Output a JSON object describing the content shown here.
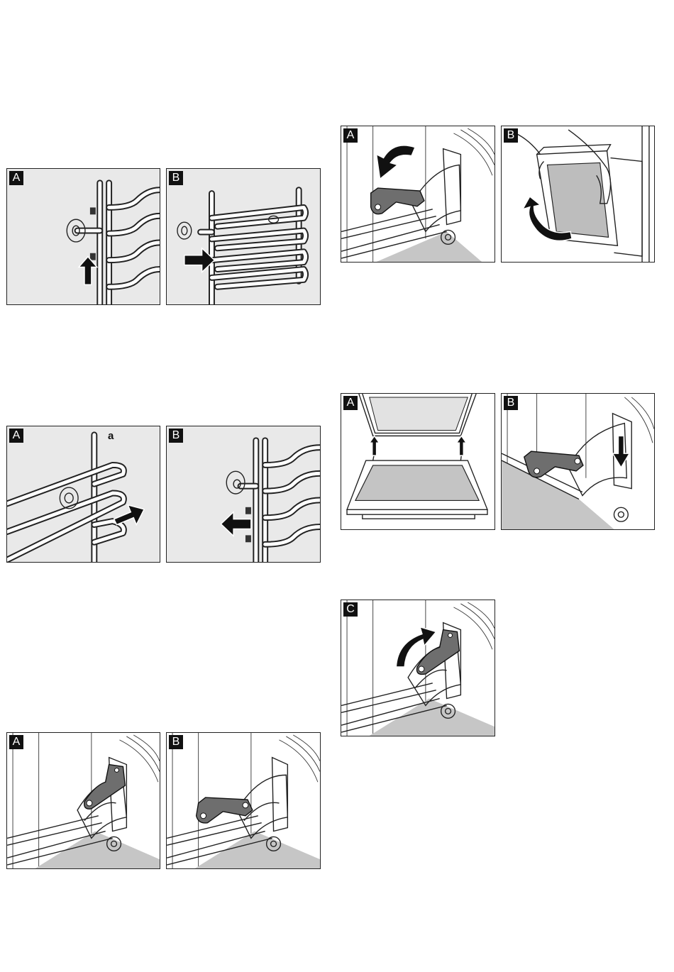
{
  "figures": [
    {
      "id": "fig1",
      "panels": [
        {
          "label": "A"
        },
        {
          "label": "B"
        }
      ]
    },
    {
      "id": "fig2",
      "panels": [
        {
          "label": "A",
          "callout": "a"
        },
        {
          "label": "B"
        }
      ]
    },
    {
      "id": "fig3",
      "panels": [
        {
          "label": "A"
        },
        {
          "label": "B"
        }
      ]
    },
    {
      "id": "fig4",
      "panels": [
        {
          "label": "A"
        },
        {
          "label": "B"
        }
      ]
    },
    {
      "id": "fig5",
      "panels": [
        {
          "label": "A"
        },
        {
          "label": "B"
        }
      ]
    },
    {
      "id": "fig6",
      "panels": [
        {
          "label": "C"
        }
      ]
    }
  ]
}
